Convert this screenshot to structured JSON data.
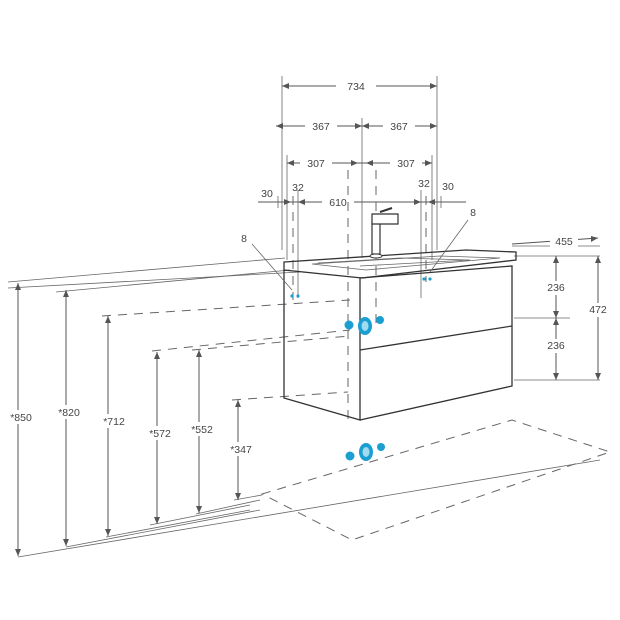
{
  "drawing": {
    "top": {
      "total": "734",
      "half_left": "367",
      "half_right": "367",
      "inner_left": "307",
      "inner_right": "307",
      "offset_left_30": "30",
      "offset_left_32": "32",
      "offset_right_32": "32",
      "offset_right_30": "30",
      "width": "610",
      "callout_left": "8",
      "callout_right": "8"
    },
    "right": {
      "depth": "455",
      "drawer_upper": "236",
      "drawer_lower": "236",
      "height": "472"
    },
    "left_heights": [
      "*850",
      "*820",
      "*712",
      "*572",
      "*552",
      "*347"
    ]
  },
  "colors": {
    "line": "#555555",
    "outline": "#333333",
    "connector": "#1a9fd0"
  }
}
